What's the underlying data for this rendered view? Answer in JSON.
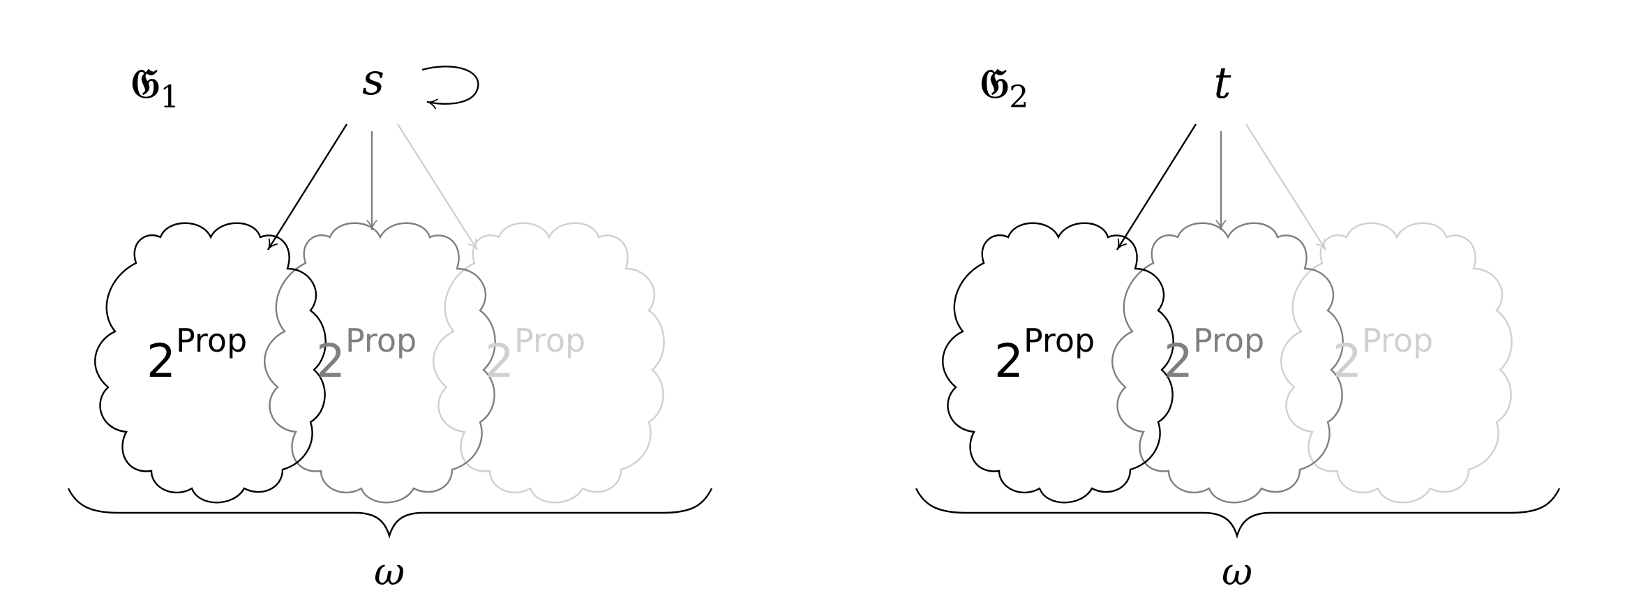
{
  "colors": {
    "level_0": "#000000",
    "level_1": "#7f7f7f",
    "level_2": "#d0d0d0"
  },
  "panels": [
    {
      "frame_symbol": "𝔊",
      "frame_index": "1",
      "state": "s",
      "has_self_loop": true,
      "set_base": "2",
      "set_exponent": "Prop",
      "brace_label": "ω"
    },
    {
      "frame_symbol": "𝔊",
      "frame_index": "2",
      "state": "t",
      "has_self_loop": false,
      "set_base": "2",
      "set_exponent": "Prop",
      "brace_label": "ω"
    }
  ]
}
